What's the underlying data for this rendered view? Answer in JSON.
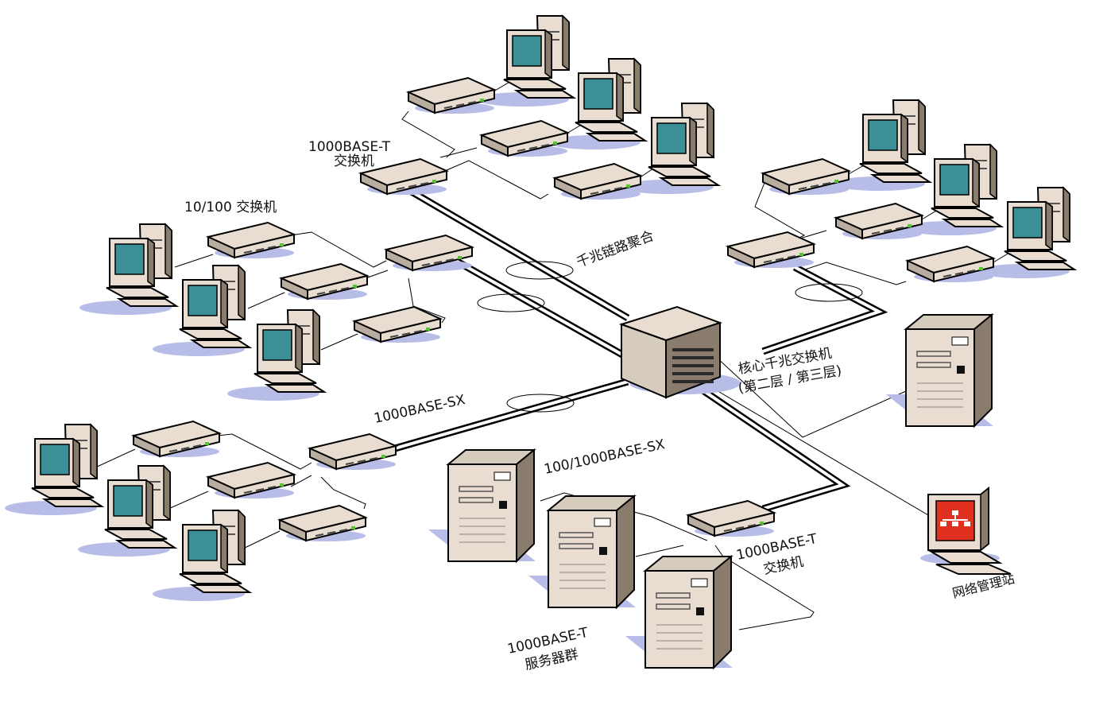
{
  "labels": {
    "top_switch_model": "1000BASE-T",
    "top_switch_type": "交换机",
    "access_switch": "10/100 交换机",
    "gigabit_aggregation": "千兆链路聚合",
    "core_switch_line1": "核心千兆交换机",
    "core_switch_line2": "(第二层 / 第三层)",
    "fiber_link": "1000BASE-SX",
    "server_uplink": "100/1000BASE-SX",
    "server_switch_model": "1000BASE-T",
    "server_switch_type": "交换机",
    "server_cluster_model": "1000BASE-T",
    "server_cluster_type": "服务器群",
    "management_station": "网络管理站"
  },
  "colors": {
    "device_body": "#e8ddd0",
    "device_side": "#8a7c6c",
    "shadow": "#b8bde8",
    "screen": "#3d8f98",
    "mgmt_screen": "#e03020",
    "outline": "#000000"
  }
}
